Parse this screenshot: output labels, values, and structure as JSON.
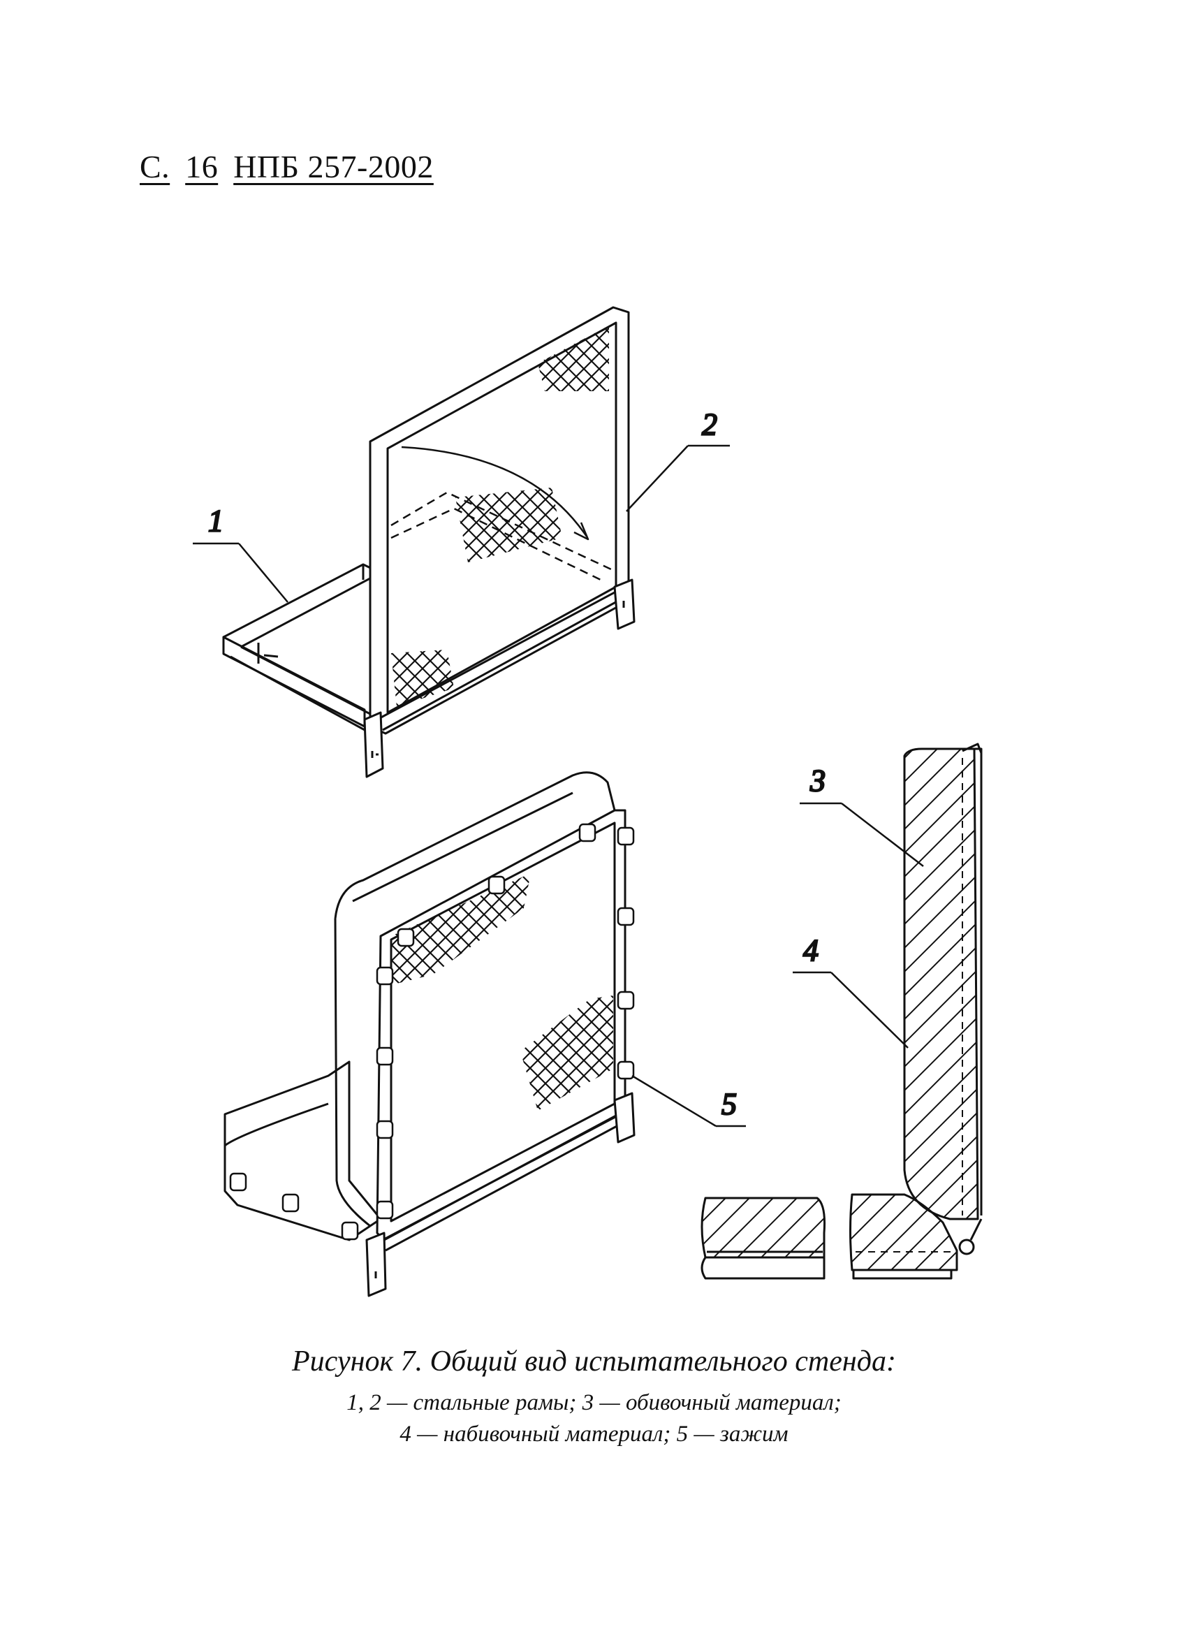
{
  "header": {
    "prefix": "С.",
    "page_number": "16",
    "standard": "НПБ 257-2002"
  },
  "figure": {
    "callouts": [
      "1",
      "2",
      "3",
      "4",
      "5"
    ]
  },
  "caption": {
    "title": "Рисунок 7. Общий вид испытательного стенда:",
    "line1": "1, 2 — стальные рамы; 3 — обивочный материал;",
    "line2": "4 — набивочный материал; 5 — зажим"
  }
}
